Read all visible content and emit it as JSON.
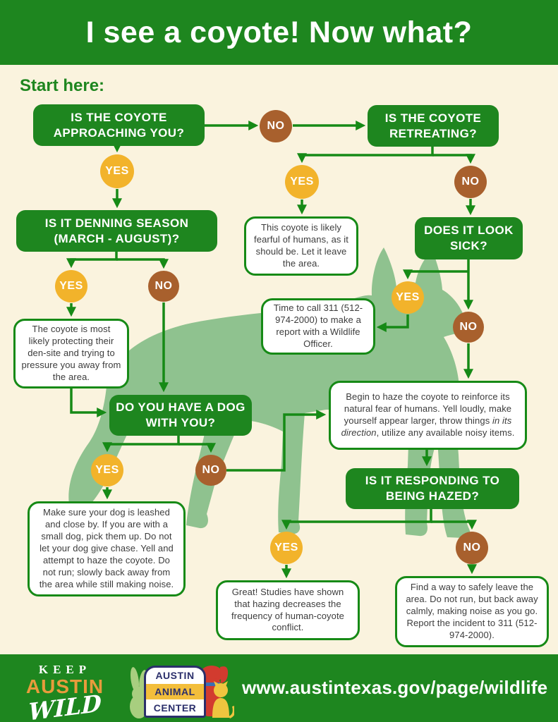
{
  "header": {
    "title": "I see a coyote! Now what?"
  },
  "start_label": "Start here:",
  "labels": {
    "yes": "YES",
    "no": "NO"
  },
  "questions": {
    "approaching": "IS THE COYOTE APPROACHING YOU?",
    "retreating": "IS THE COYOTE RETREATING?",
    "denning": "IS IT DENNING SEASON (MARCH - AUGUST)?",
    "sick": "DOES IT LOOK SICK?",
    "dog": "DO YOU HAVE A DOG WITH YOU?",
    "hazed": "IS IT RESPONDING TO BEING HAZED?"
  },
  "answers": {
    "fearful": "This coyote is likely fearful of humans, as it should be. Let it leave the area.",
    "call311": "Time to call 311 (512-974-2000) to make a report with a Wildlife Officer.",
    "densite": "The coyote is most likely protecting their den-site and trying to pressure you away from the area.",
    "haze_pre": "Begin to haze the coyote to reinforce its natural fear of humans. Yell loudly, make yourself appear larger, throw things ",
    "haze_italic": "in its direction",
    "haze_post": ", utilize any available noisy items.",
    "dog_leashed": "Make sure your dog is leashed and close by. If you are with a small dog, pick them up. Do not let your dog give chase. Yell and attempt to haze the coyote. Do not run; slowly back away from the area while still making noise.",
    "great": "Great! Studies have shown that hazing decreases the frequency of human-coyote conflict.",
    "leave": "Find a way to safely leave the area. Do not run, but back away calmly, making noise as you go. Report the incident to 311 (512-974-2000)."
  },
  "footer": {
    "url": "www.austintexas.gov/page/wildlife",
    "keep_austin_wild": {
      "keep": "KEEP",
      "austin": "AUSTIN",
      "wild": "WILD"
    },
    "animal_center": {
      "austin": "AUSTIN",
      "animal": "ANIMAL",
      "center": "CENTER"
    }
  },
  "colors": {
    "band_green": "#1E861F",
    "line_green": "#168A16",
    "yes_yellow": "#F2B32B",
    "no_brown": "#A8602D",
    "background_cream": "#FAF3DE",
    "coyote_green": "#8FC28F",
    "logo_orange": "#E89B3C",
    "logo_navy": "#2B2F6B",
    "logo_red": "#D23B2F",
    "logo_yellow": "#EFC53F",
    "logo_rabbit_green": "#A8CE7F"
  }
}
